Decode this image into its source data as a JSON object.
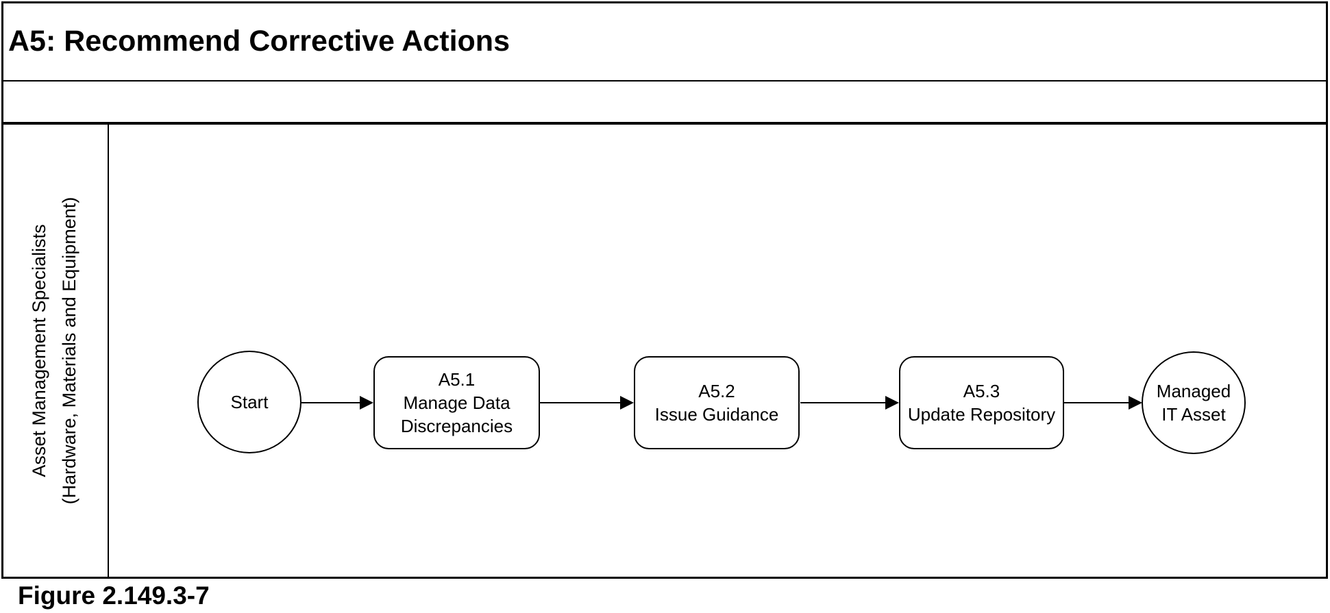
{
  "page": {
    "title": "A5: Recommend Corrective Actions",
    "caption": "Figure 2.149.3-7"
  },
  "swimlane": {
    "role_line1": "Asset Management Specialists",
    "role_line2": "(Hardware, Materials and Equipment)"
  },
  "diagram": {
    "type": "swimlane-flowchart",
    "start": {
      "label": "Start"
    },
    "steps": [
      {
        "lines": [
          "A5.1",
          "Manage Data",
          "Discrepancies"
        ]
      },
      {
        "lines": [
          "A5.2",
          "Issue Guidance"
        ]
      },
      {
        "lines": [
          "A5.3",
          "Update Repository"
        ]
      }
    ],
    "end": {
      "lines": [
        "Managed",
        "IT Asset"
      ]
    },
    "edges": [
      {
        "from": "Start",
        "to": "A5.1"
      },
      {
        "from": "A5.1",
        "to": "A5.2"
      },
      {
        "from": "A5.2",
        "to": "A5.3"
      },
      {
        "from": "A5.3",
        "to": "Managed IT Asset"
      }
    ]
  },
  "colors": {
    "ink": "#000000",
    "background": "#ffffff"
  }
}
